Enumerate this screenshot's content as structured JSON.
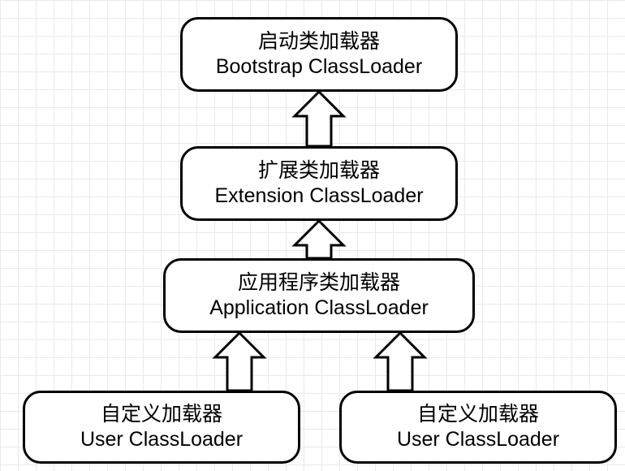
{
  "nodes": {
    "bootstrap": {
      "title": "启动类加载器",
      "subtitle": "Bootstrap ClassLoader"
    },
    "extension": {
      "title": "扩展类加载器",
      "subtitle": "Extension ClassLoader"
    },
    "application": {
      "title": "应用程序类加载器",
      "subtitle": "Application ClassLoader"
    },
    "user_left": {
      "title": "自定义加载器",
      "subtitle": "User ClassLoader"
    },
    "user_right": {
      "title": "自定义加载器",
      "subtitle": "User ClassLoader"
    }
  },
  "colors": {
    "stroke": "#000000",
    "fill": "#ffffff",
    "grid": "#e9e9e9"
  }
}
